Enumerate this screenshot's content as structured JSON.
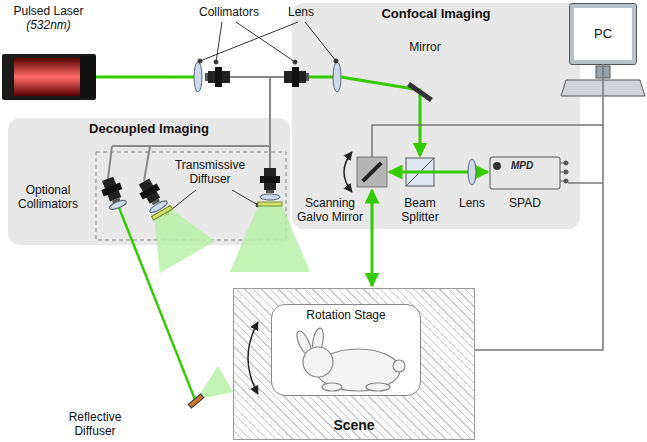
{
  "diagram": {
    "nodes": [
      {
        "text": [
          "Pulsed Laser",
          "(532nm)"
        ]
      },
      {
        "text": [
          "Confocal Imaging"
        ]
      },
      {
        "text": [
          "Decoupled Imaging"
        ]
      },
      {
        "text": [
          "PC"
        ]
      },
      {
        "text": [
          "Scene"
        ]
      },
      {
        "text": [
          "Rotation Stage"
        ],
        "in": 4
      }
    ],
    "edges": [
      {
        "from": 3,
        "to": 4,
        "arrow": "none"
      }
    ],
    "labels": [
      "Collimators",
      "Lens",
      "Mirror",
      "Scanning Galvo Mirror",
      "Beam Splitter",
      "Lens",
      "SPAD",
      "MPD",
      "Optional Collimators",
      "Transmissive Diffuser",
      "Reflective Diffuser"
    ]
  }
}
